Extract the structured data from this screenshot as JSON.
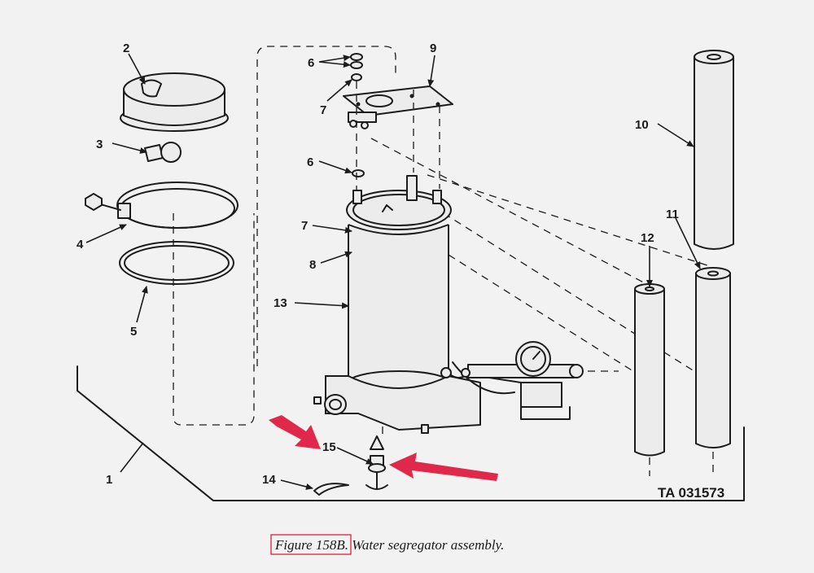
{
  "callouts": {
    "c1": "1",
    "c2": "2",
    "c3": "3",
    "c4": "4",
    "c5": "5",
    "c6a": "6",
    "c6b": "6",
    "c7a": "7",
    "c7b": "7",
    "c8": "8",
    "c9": "9",
    "c10": "10",
    "c11": "11",
    "c12": "12",
    "c13": "13",
    "c14": "14",
    "c15": "15"
  },
  "figure_id": "TA 031573",
  "caption": {
    "figure_ref": "Figure 158",
    "text": "B. Water segregator assembly."
  },
  "colors": {
    "highlight_arrow": "#e0294a",
    "highlight_box": "#d9203a",
    "ink": "#1c1c1c",
    "paper": "#f2f2f2"
  }
}
